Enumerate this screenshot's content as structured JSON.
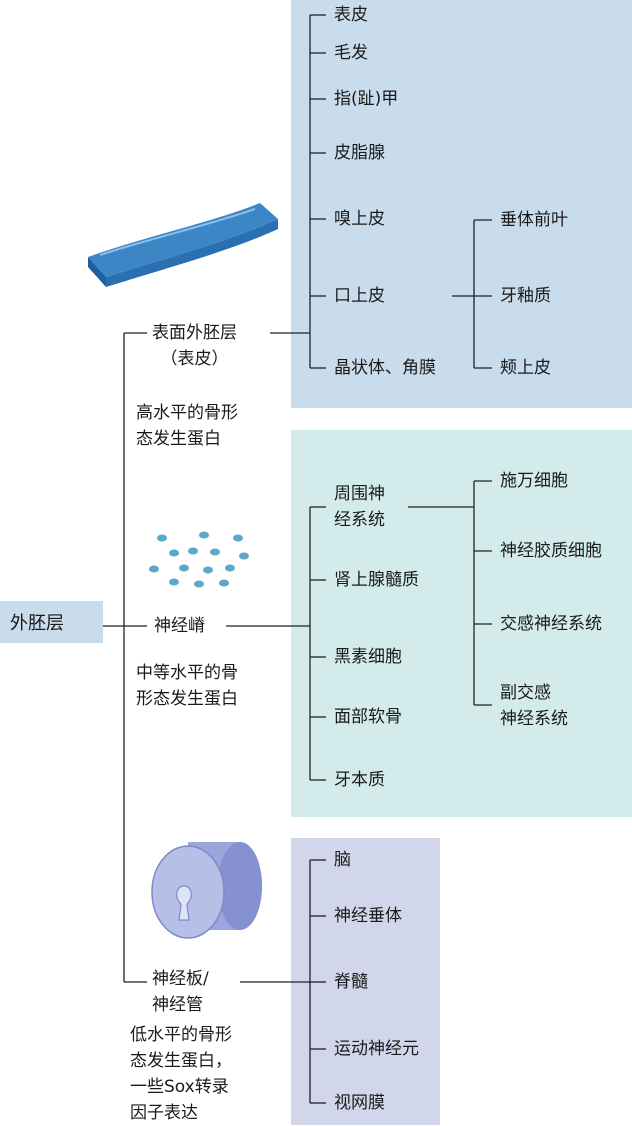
{
  "root": "外胚层",
  "surface": {
    "label": "表面外胚层\n（表皮）",
    "bmp": "高水平的骨形\n态发生蛋白",
    "items": [
      "表皮",
      "毛发",
      "指(趾)甲",
      "皮脂腺",
      "嗅上皮",
      "口上皮",
      "晶状体、角膜"
    ],
    "oral_children": [
      "垂体前叶",
      "牙釉质",
      "颊上皮"
    ]
  },
  "crest": {
    "label": "神经嵴",
    "bmp": "中等水平的骨\n形态发生蛋白",
    "items": [
      "周围神\n经系统",
      "肾上腺髓质",
      "黑素细胞",
      "面部软骨",
      "牙本质"
    ],
    "pns_children": [
      "施万细胞",
      "神经胶质细胞",
      "交感神经系统",
      "副交感\n神经系统"
    ]
  },
  "tube": {
    "label": "神经板/\n神经管",
    "bmp": "低水平的骨形\n态发生蛋白，\n一些Sox转录\n因子表达",
    "items": [
      "脑",
      "神经垂体",
      "脊髓",
      "运动神经元",
      "视网膜"
    ]
  },
  "colors": {
    "surface_panel": "#c9dcec",
    "crest_panel": "#d3ebeb",
    "tube_panel": "#d2d6ea",
    "sheet_blue": "#3d86c6",
    "cell_blue": "#5aa8cc",
    "tube_lavender": "#b6bfe6"
  }
}
